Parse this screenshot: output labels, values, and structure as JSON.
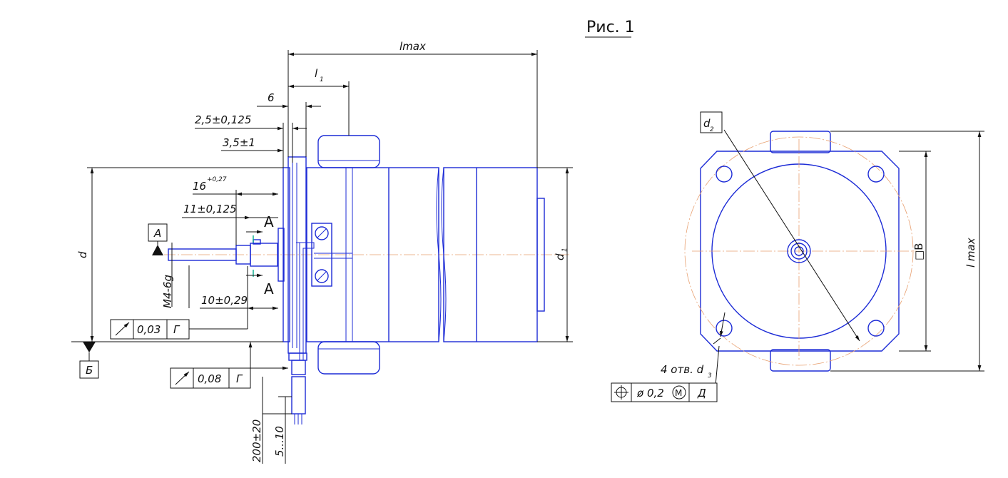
{
  "title": "Рис. 1",
  "side_view": {
    "lmax": "lmax",
    "l1": "l",
    "l1_sub": "1",
    "six": "6",
    "dim_2_5": "2,5±0,125",
    "dim_3_5": "3,5±1",
    "dim_16": "16",
    "dim_16_tol": "+0,27",
    "dim_11": "11±0,125",
    "dim_10": "10±0,29",
    "thread": "M4-6g",
    "d": "d",
    "d1": "d",
    "d1_sub": "1",
    "section_a_top": "А",
    "section_a_bottom": "А",
    "datum_a": "А",
    "datum_b": "Б",
    "runout1_value": "0,03",
    "runout1_datum": "Г",
    "runout2_value": "0,08",
    "runout2_datum": "Г",
    "lead_200": "200±20",
    "lead_5": "5...10"
  },
  "front_view": {
    "d2": "d",
    "d2_sub": "2",
    "square_b": "□В",
    "lmax": "l max",
    "holes": "4 отв. d",
    "holes_sub": "3",
    "position_symbol": "⌖",
    "position_value": "ø 0,2",
    "position_modifier": "М",
    "position_datum": "Д"
  }
}
